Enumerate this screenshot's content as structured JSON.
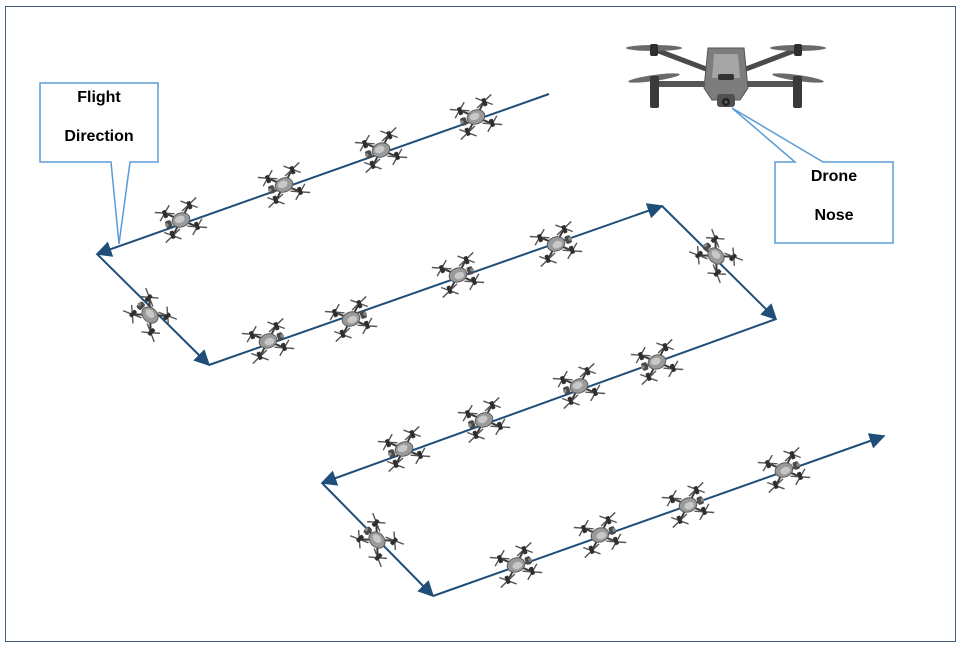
{
  "callouts": {
    "flight_direction": {
      "line1": "Flight",
      "line2": "Direction"
    },
    "drone_nose": {
      "line1": "Drone",
      "line2": "Nose"
    }
  },
  "colors": {
    "border": "#3e5f84",
    "flight_path": "#1f4e79",
    "callout_border": "#5b9bd5",
    "drone_body": "#8c8c8c",
    "drone_arm": "#3a3a3a"
  },
  "icons": {
    "drone": "quadcopter-icon",
    "reference_drone": "drone-photo-icon"
  }
}
